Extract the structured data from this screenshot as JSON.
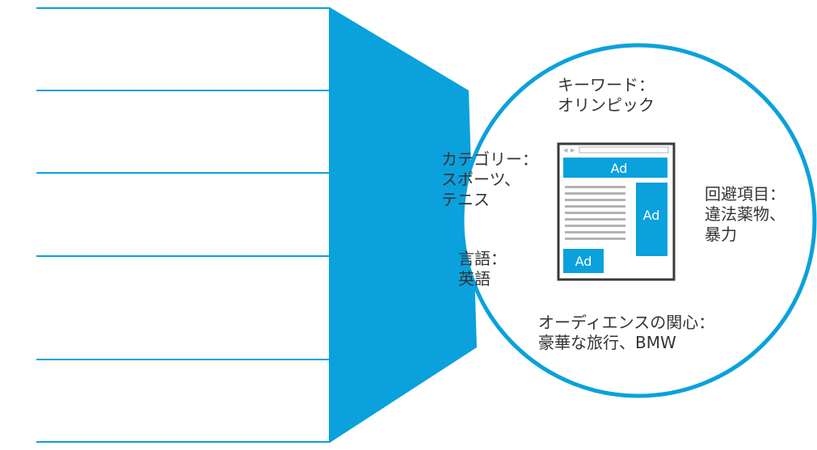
{
  "colors": {
    "accent": "#0aa1dd",
    "text": "#333333",
    "page_frame": "#3a3a3a",
    "text_lines": "#b3b3b3"
  },
  "ads": {
    "banner": "Ad",
    "sidebar": "Ad",
    "box": "Ad"
  },
  "labels": {
    "keyword": [
      "キーワード：",
      "オリンピック"
    ],
    "category": [
      "カテゴリー：",
      "スポーツ、",
      "テニス"
    ],
    "exclusion": [
      "回避項目：",
      "違法薬物、",
      "暴力"
    ],
    "language": [
      "言語：",
      "英語"
    ],
    "audience": [
      "オーディエンスの関心：",
      "豪華な旅行、BMW"
    ]
  }
}
